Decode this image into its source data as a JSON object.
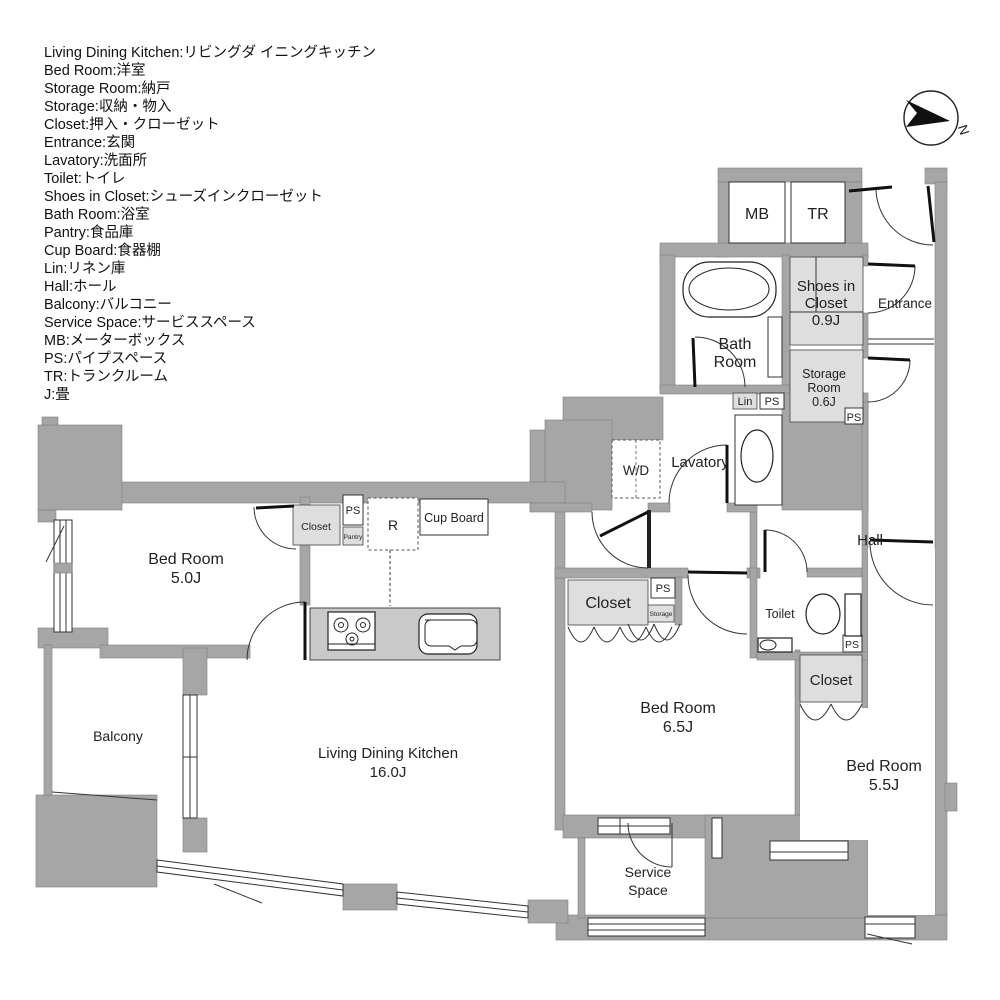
{
  "legend": {
    "items": [
      "Living Dining Kitchen:リビングダ イニングキッチン",
      "Bed Room:洋室",
      "Storage Room:納戸",
      "Storage:収納・物入",
      "Closet:押入・クローゼット",
      "Entrance:玄関",
      "Lavatory:洗面所",
      "Toilet:トイレ",
      "Shoes in Closet:シューズインクローゼット",
      "Bath Room:浴室",
      "Pantry:食品庫",
      "Cup Board:食器棚",
      "Lin:リネン庫",
      "Hall:ホール",
      "Balcony:バルコニー",
      "Service Space:サービススペース",
      "MB:メーターボックス",
      "PS:パイプスペース",
      "TR:トランクルーム",
      "J:畳"
    ]
  },
  "compass": {
    "north": "N"
  },
  "plan": {
    "ldk": {
      "name": "Living Dining Kitchen",
      "size": "16.0J"
    },
    "bed5": {
      "name": "Bed Room",
      "size": "5.0J"
    },
    "bed65": {
      "name": "Bed Room",
      "size": "6.5J"
    },
    "bed55": {
      "name": "Bed Room",
      "size": "5.5J"
    },
    "balcony": "Balcony",
    "service1": "Service",
    "service2": "Space",
    "hall": "Hall",
    "entrance": "Entrance",
    "bath1": "Bath",
    "bath2": "Room",
    "lavatory": "Lavatory",
    "toilet": "Toilet",
    "shoes1": "Shoes in",
    "shoes2": "Closet",
    "shoes3": "0.9J",
    "storroom1": "Storage",
    "storroom2": "Room",
    "storroom3": "0.6J",
    "closet": "Closet",
    "mb": "MB",
    "tr": "TR",
    "ps": "PS",
    "lin": "Lin",
    "pantry": "Pantry",
    "storage": "Storage",
    "wd": "W/D",
    "r": "R",
    "cupboard": "Cup Board"
  },
  "colors": {
    "wall": "#a6a6a6",
    "shaded_room": "#dedede",
    "line": "#222222"
  }
}
